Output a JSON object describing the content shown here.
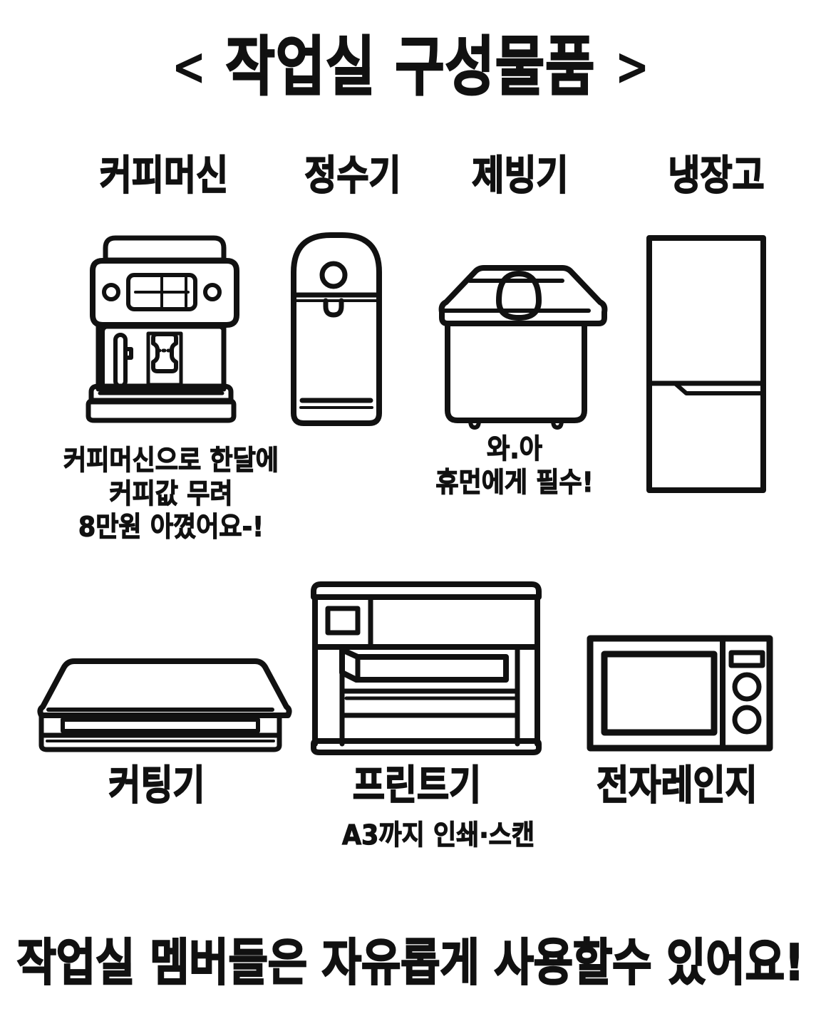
{
  "page": {
    "title_open_bracket": "<",
    "title": "작업실 구성물품",
    "title_close_bracket": ">",
    "footer": "작업실 멤버들은 자유롭게 사용할수 있어요!",
    "background_color": "#ffffff",
    "ink_color": "#111111"
  },
  "items": [
    {
      "key": "coffee-machine",
      "label": "커피머신",
      "icon": "coffee-machine-icon",
      "caption": "커피머신으로 한달에\n커피값 무려\n8만원 아꼈어요-!"
    },
    {
      "key": "water-purifier",
      "label": "정수기",
      "icon": "water-purifier-icon",
      "caption": ""
    },
    {
      "key": "ice-maker",
      "label": "제빙기",
      "icon": "ice-maker-icon",
      "caption": "와.아\n휴먼에게 필수!"
    },
    {
      "key": "refrigerator",
      "label": "냉장고",
      "icon": "refrigerator-icon",
      "caption": ""
    },
    {
      "key": "cutting-machine",
      "label": "커팅기",
      "icon": "cutting-machine-icon",
      "caption": ""
    },
    {
      "key": "printer",
      "label": "프린트기",
      "icon": "printer-icon",
      "caption": "A3까지 인쇄·스캔"
    },
    {
      "key": "microwave",
      "label": "전자레인지",
      "icon": "microwave-icon",
      "caption": ""
    }
  ]
}
